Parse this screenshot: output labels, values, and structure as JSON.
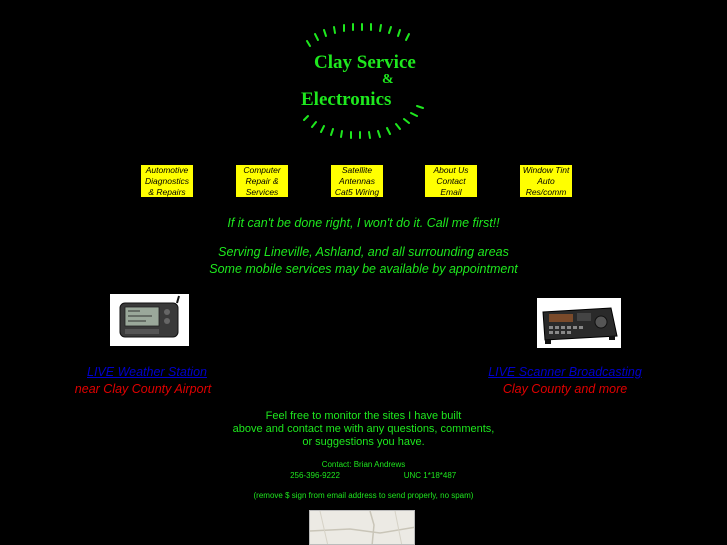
{
  "logo": {
    "line1": "Clay Service",
    "amp": "&",
    "line2": "Electronics"
  },
  "nav": [
    {
      "lines": [
        "Automotive",
        "Diagnostics",
        "& Repairs"
      ]
    },
    {
      "lines": [
        "Computer",
        "Repair &",
        "Services"
      ]
    },
    {
      "lines": [
        "Satellite",
        "Antennas",
        "Cat5 Wiring"
      ]
    },
    {
      "lines": [
        "About Us",
        "Contact",
        "Email"
      ]
    },
    {
      "lines": [
        "Window Tint",
        "Auto",
        "Res/comm"
      ]
    }
  ],
  "tagline": "If it can't be done right, I won't do it.  Call me first!!",
  "serving": "Serving Lineville, Ashland, and all surrounding areas",
  "mobile": "Some mobile services may be available by appointment",
  "weather": {
    "link": "LIVE Weather Station",
    "sub": "near Clay County Airport"
  },
  "scanner": {
    "link": "LIVE Scanner Broadcasting",
    "sub": "Clay County and more"
  },
  "message": {
    "line1": "Feel free to monitor the sites I have built",
    "line2": "above and contact me with any questions, comments,",
    "line3": "or suggestions you have."
  },
  "contact": {
    "name_line": "Contact: Brian Andrews",
    "phone": "256-396-9222",
    "unc": "UNC  1*18*487",
    "note": "(remove $ sign from email address to send properly, no spam)"
  },
  "colors": {
    "background": "#000000",
    "green": "#1ee81e",
    "nav_bg": "#ffff00",
    "link": "#0000cc",
    "red": "#e00000"
  }
}
